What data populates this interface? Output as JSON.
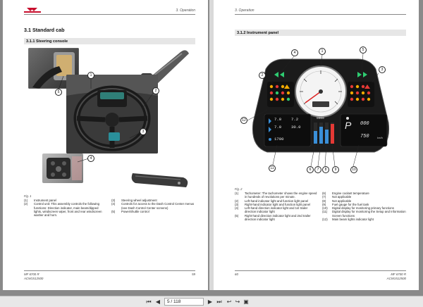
{
  "left_page": {
    "header_right": "3. Operation",
    "section_title": "3.1  Standard cab",
    "subsection_title": "3.1.1  Steering console",
    "figure_label": "Fig. 1",
    "callouts": [
      "1",
      "2",
      "3",
      "4",
      "5"
    ],
    "legend_col1": [
      {
        "num": "(1)",
        "text": "Instrument panel"
      },
      {
        "num": "(2)",
        "text": "Control unit: This assembly controls the following functions: Direction indicator, main beam/dipped lights, windscreen wiper, front and rear windscreen washer and horn."
      }
    ],
    "legend_col2": [
      {
        "num": "(3)",
        "text": "Steering wheel adjustment"
      },
      {
        "num": "(4)",
        "text": "Controls for access to the Dash Control Center menus (see Dash Control Center screens)"
      },
      {
        "num": "(5)",
        "text": "PowerShuttle control"
      }
    ],
    "footer_left_1": "MF 6700 R",
    "footer_left_2": "ACW1512500",
    "footer_right": "59"
  },
  "right_page": {
    "header_left": "3. Operation",
    "subsection_title": "3.1.2  Instrument panel",
    "figure_label": "Fig. 2",
    "callouts": [
      "1",
      "2",
      "3",
      "4",
      "5",
      "6",
      "7",
      "8",
      "9",
      "10",
      "11",
      "12"
    ],
    "display": {
      "temp1": "7.0",
      "temp2": "7.2",
      "val1": "7.0",
      "val2": "30.0",
      "rpm": "1700",
      "gear": "P",
      "speed_top": "000",
      "speed_bottom": "750",
      "speed_unit": "km/h",
      "odometer": "0000"
    },
    "legend_col1": [
      {
        "num": "(1)",
        "text": "Tachometer: The tachometer shows the engine speed in hundreds of revolutions per minute."
      },
      {
        "num": "(2)",
        "text": "Left-hand indicator light and function light panel"
      },
      {
        "num": "(3)",
        "text": "Right-hand indicator light and function light panel"
      },
      {
        "num": "(4)",
        "text": "Left-hand direction indicator light and 1st trailer direction indicator light"
      },
      {
        "num": "(5)",
        "text": "Right-hand direction indicator light and 2nd trailer direction indicator light"
      }
    ],
    "legend_col2": [
      {
        "num": "(6)",
        "text": "Engine coolant temperature"
      },
      {
        "num": "(7)",
        "text": "Not applicable"
      },
      {
        "num": "(8)",
        "text": "Not applicable"
      },
      {
        "num": "(9)",
        "text": "Fuel gauge for the fuel tank"
      },
      {
        "num": "(10)",
        "text": "Digital display for monitoring primary functions"
      },
      {
        "num": "(11)",
        "text": "Digital display for monitoring the Setup and Information Screen functions"
      },
      {
        "num": "(12)",
        "text": "Main beam lights indicator light"
      }
    ],
    "footer_left_1": "60",
    "footer_right_1": "MF 6700 R",
    "footer_right_2": "ACW1512500"
  },
  "toolbar": {
    "page_indicator": "5 / 118",
    "icons": [
      "first-page-icon",
      "prev-page-icon",
      "next-page-icon",
      "last-page-icon",
      "back-icon",
      "forward-icon",
      "fit-page-icon"
    ]
  },
  "colors": {
    "brand_red": "#c8102e",
    "dash_blue": "#3a8fd8",
    "warning_red": "#e53935",
    "warning_amber": "#f2a900",
    "indicator_green": "#2ecc71"
  }
}
